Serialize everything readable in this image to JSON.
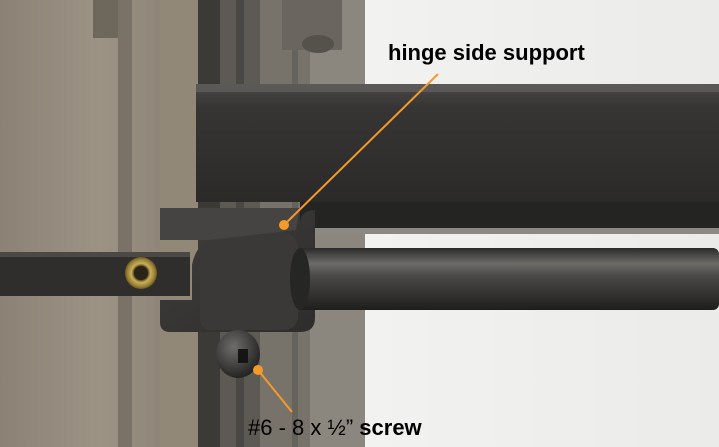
{
  "callouts": {
    "support": {
      "text": "hinge side support"
    },
    "screw": {
      "prefix": "#6 - 8 x ½” ",
      "emphasis": "screw"
    }
  },
  "colors": {
    "leader_line": "#f39a2b",
    "label_text": "#000000",
    "background_wall": "#eeeeec",
    "frame_metal": "#6f6a60",
    "bracket": "#3a3a38"
  },
  "icons": [
    "hinge-support-bracket",
    "support-rod",
    "flat-strap",
    "brass-grommet",
    "screw-head"
  ]
}
